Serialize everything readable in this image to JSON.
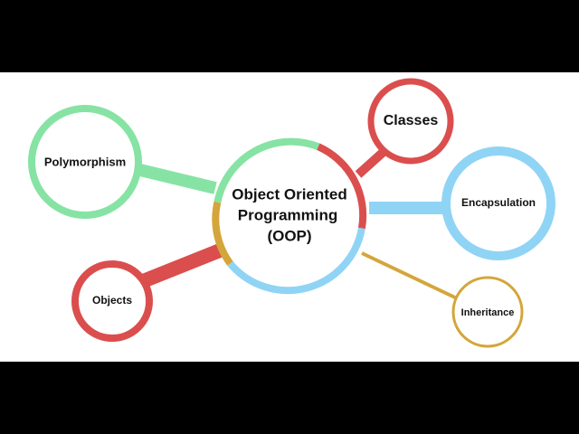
{
  "diagram": {
    "center": {
      "lines": [
        "Object Oriented",
        "Programming",
        "(OOP)"
      ]
    },
    "nodes": {
      "polymorphism": "Polymorphism",
      "classes": "Classes",
      "encapsulation": "Encapsulation",
      "inheritance": "Inheritance",
      "objects": "Objects"
    },
    "colors": {
      "green": "#86e3a4",
      "red": "#db4e4e",
      "blue": "#8fd4f5",
      "gold": "#d4a63a",
      "text": "#111111"
    }
  }
}
